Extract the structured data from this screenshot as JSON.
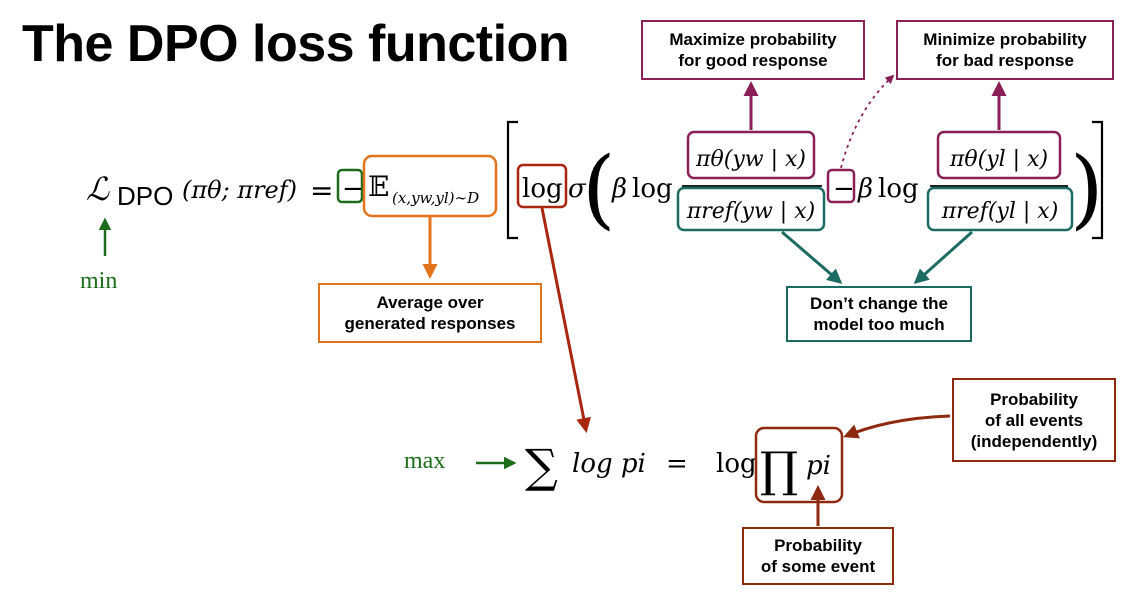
{
  "title": "The DPO loss function",
  "colors": {
    "purple": "#8b1f57",
    "orange": "#e2741e",
    "green": "#1b6d1b",
    "teal": "#1c6b63",
    "red": "#a8260f",
    "dark_red": "#8e2a0f"
  },
  "formula": {
    "loss_symbol": "ℒ",
    "loss_subscript": "DPO",
    "loss_args": "(πθ; πref)",
    "equals": "=",
    "minus": "−",
    "expectation": "𝔼",
    "expectation_subscript": "(x,yw,yl)∼D",
    "log": "log",
    "sigma": "σ",
    "beta": "β",
    "chosen_numerator": "πθ(yw | x)",
    "chosen_denominator": "πref(yw | x)",
    "rejected_numerator": "πθ(yl | x)",
    "rejected_denominator": "πref(yl | x)"
  },
  "labels": {
    "min": "min",
    "max": "max"
  },
  "bottom_formula": {
    "sum_symbol": "∑",
    "sum_term": "log pi",
    "equals": "=",
    "log": "log",
    "product_symbol": "∏",
    "product_term": "pi"
  },
  "callouts": {
    "maximize": [
      "Maximize probability",
      "for good response"
    ],
    "minimize": [
      "Minimize probability",
      "for bad response"
    ],
    "average": [
      "Average over",
      "generated responses"
    ],
    "dont_change": [
      "Don’t change the",
      "model too much"
    ],
    "prob_all": [
      "Probability",
      "of all events",
      "(independently)"
    ],
    "prob_some": [
      "Probability",
      "of some event"
    ]
  }
}
